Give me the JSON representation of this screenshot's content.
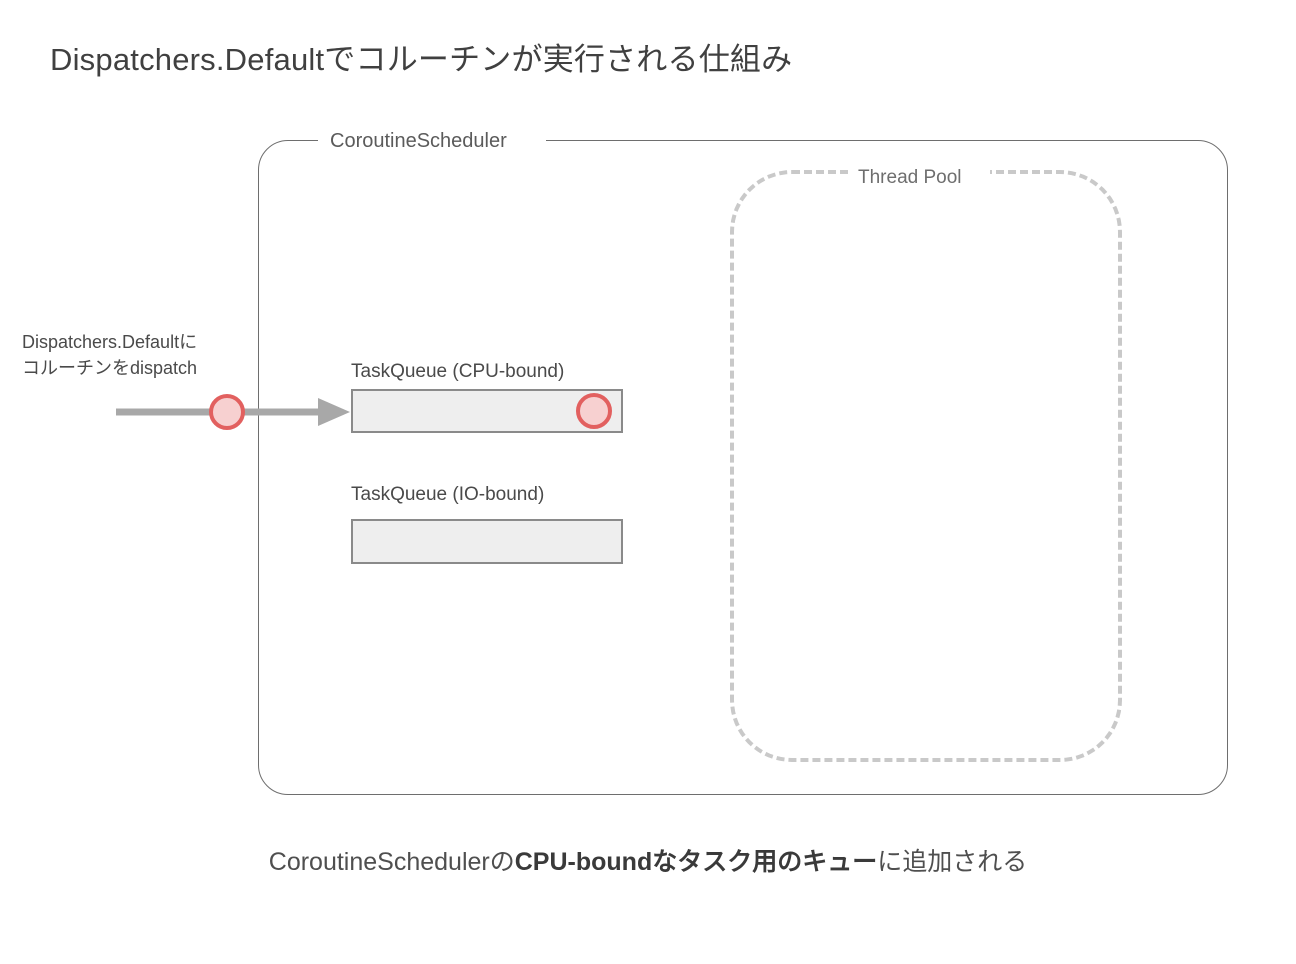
{
  "page": {
    "title": "Dispatchers.Defaultでコルーチンが実行される仕組み",
    "background_color": "#ffffff"
  },
  "diagram": {
    "scheduler": {
      "legend": "CoroutineScheduler",
      "border_color": "#6e6e6e"
    },
    "thread_pool": {
      "legend": "Thread Pool",
      "border_color": "#c9c9c9",
      "border_style": "dashed"
    },
    "dispatch_annotation": {
      "line1": "Dispatchers.Defaultに",
      "line2": "コルーチンをdispatch"
    },
    "arrow": {
      "name": "dispatch-arrow",
      "color": "#a8a8a8",
      "direction": "right"
    },
    "queues": [
      {
        "id": "cpu",
        "label": "TaskQueue (CPU-bound)",
        "fill_color": "#eeeeee",
        "border_color": "#8a8a8a",
        "items": 1
      },
      {
        "id": "io",
        "label": "TaskQueue (IO-bound)",
        "fill_color": "#eeeeee",
        "border_color": "#8a8a8a",
        "items": 0
      }
    ],
    "coroutine_marker": {
      "fill_color": "#f7d0d0",
      "stroke_color": "#e2605f"
    }
  },
  "caption": {
    "prefix": "CoroutineSchedulerの",
    "emphasis": "CPU-boundなタスク用のキュー",
    "suffix": "に追加される"
  }
}
